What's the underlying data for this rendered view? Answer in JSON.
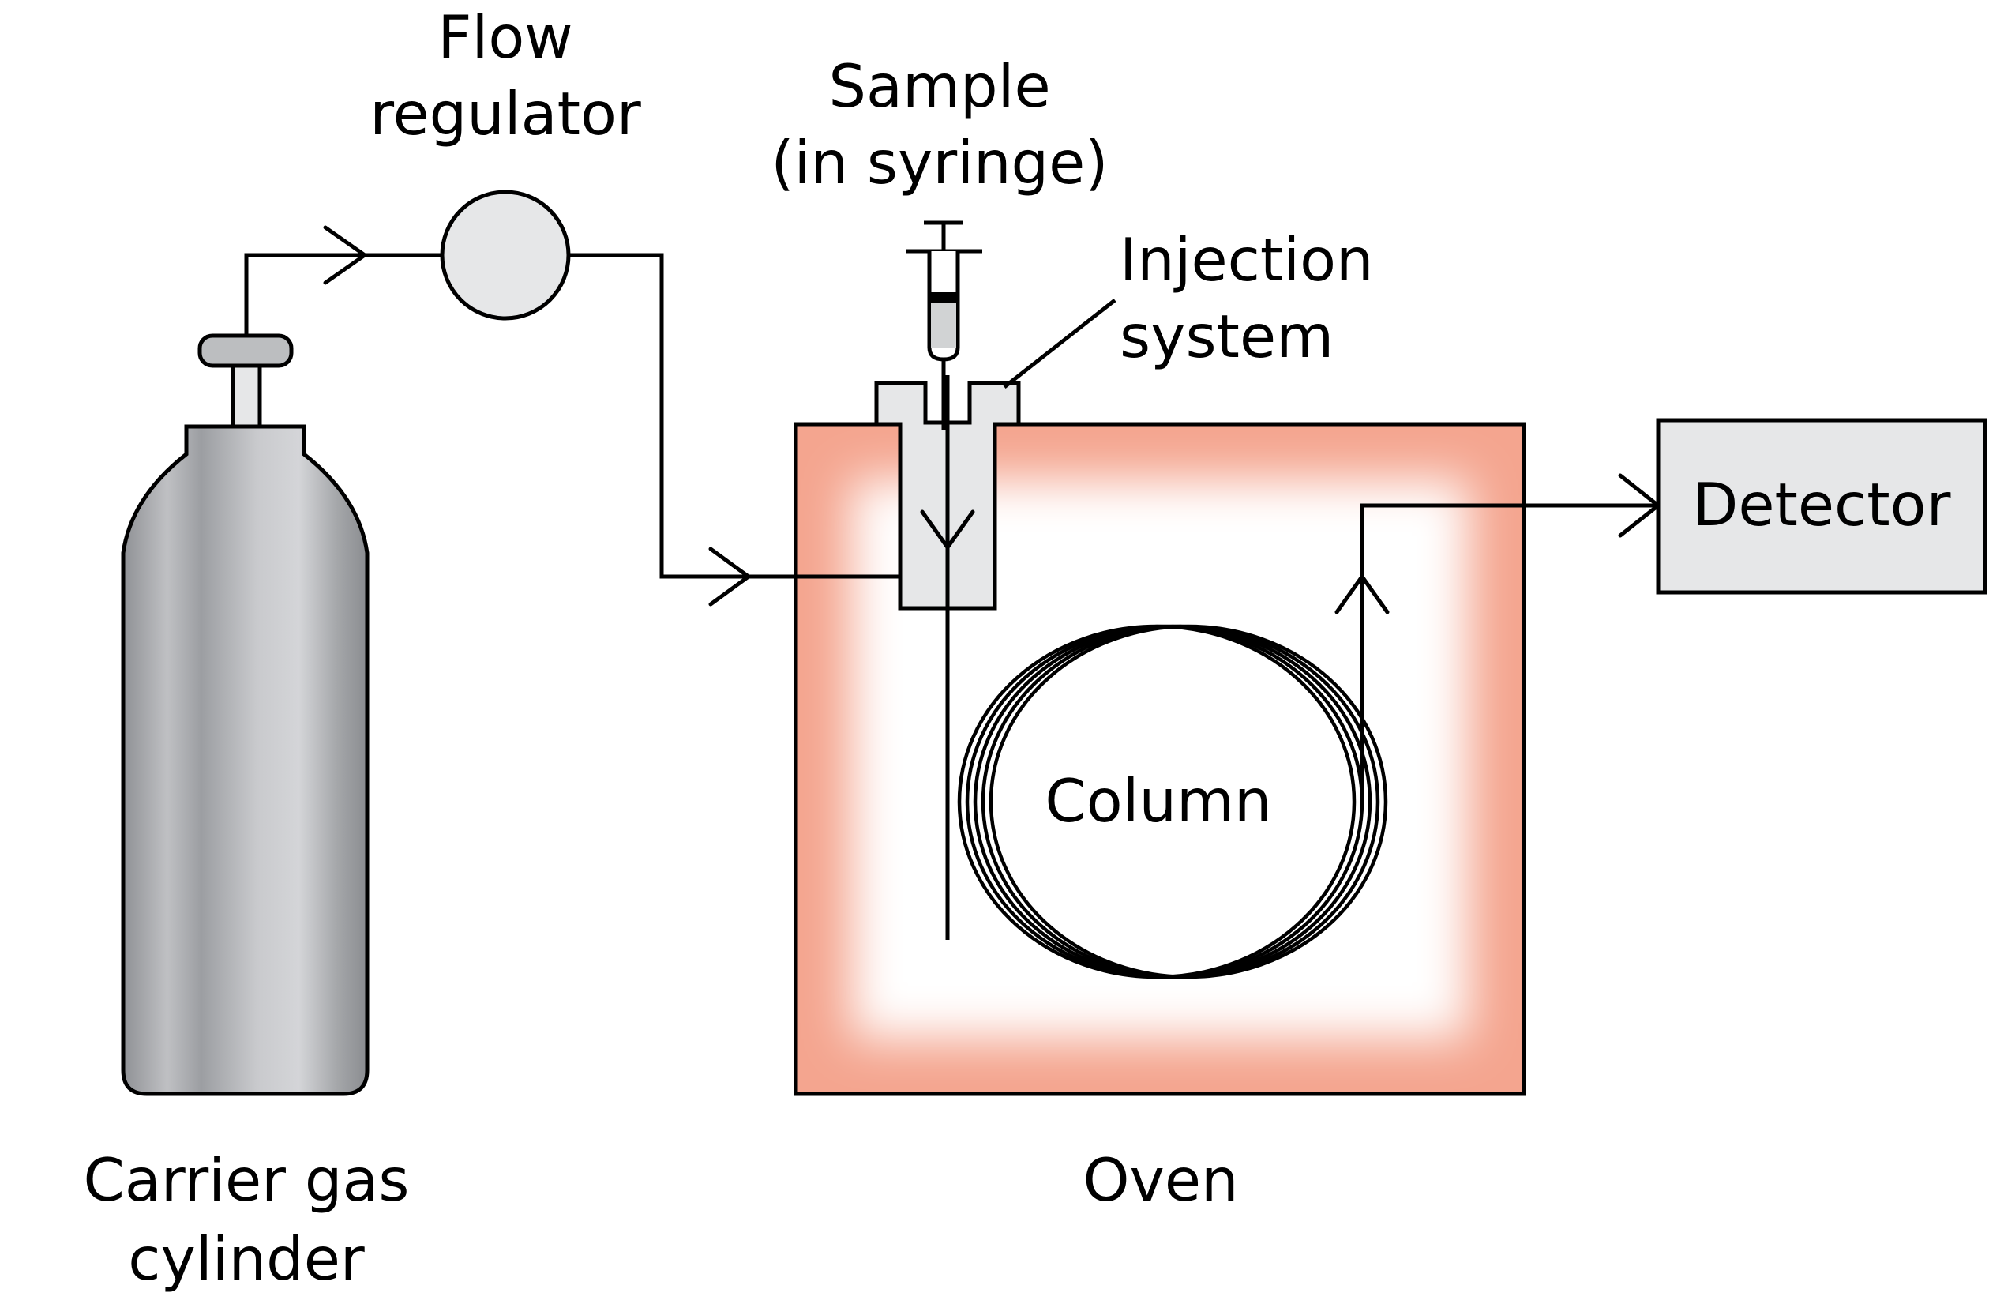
{
  "labels": {
    "flow_regulator": [
      "Flow",
      "regulator"
    ],
    "sample": [
      "Sample",
      "(in syringe)"
    ],
    "injection_system": [
      "Injection",
      "system"
    ],
    "detector": "Detector",
    "column": "Column",
    "carrier_gas_cylinder": [
      "Carrier gas",
      "cylinder"
    ],
    "oven": "Oven"
  },
  "colors": {
    "line": "#000000",
    "oven_border_glow": "#f4a58f",
    "oven_interior": "#ffffff",
    "component_fill": "#e6e7e8",
    "cylinder_dark": "#939598",
    "cylinder_light": "#d1d3d4"
  }
}
